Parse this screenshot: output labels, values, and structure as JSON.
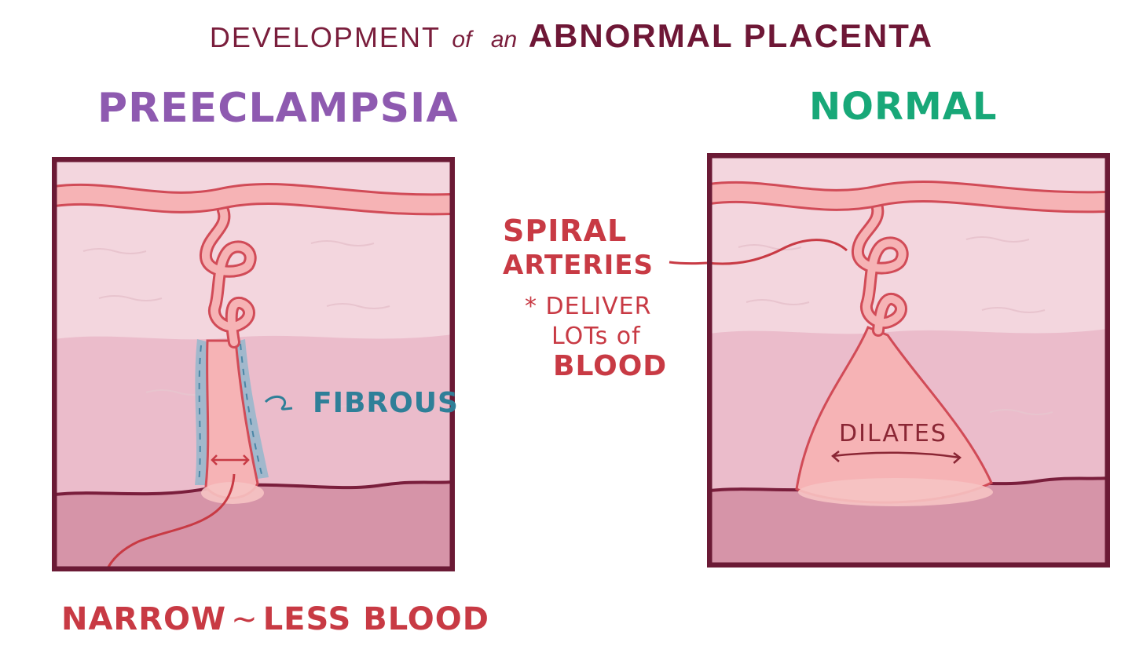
{
  "title": {
    "part1": "DEVELOPMENT",
    "part2": "of",
    "part3": "an",
    "part4": "ABNORMAL PLACENTA"
  },
  "panels": {
    "left_label": "PREECLAMPSIA",
    "right_label": "NORMAL"
  },
  "annotations": {
    "spiral_line1": "SPIRAL",
    "spiral_line2": "ARTERIES",
    "note_line1": "* DELIVER",
    "note_line2": "LOTs of",
    "note_line3": "BLOOD",
    "fibrous": "FIBROUS",
    "narrow": "NARROW",
    "tilde": "~",
    "less_blood": "LESS BLOOD",
    "dilates": "DILATES"
  },
  "colors": {
    "frame": "#6b1a35",
    "upper_layer": "#f3d6de",
    "middle_layer": "#ebbccb",
    "lower_layer": "#d694a8",
    "vessel_fill": "#f6b3b5",
    "vessel_stroke": "#d14b57",
    "fibrous_blue": "#6ea2bd",
    "preeclampsia": "#8e5ab0",
    "normal": "#18a878",
    "annotation_red": "#c83a44"
  }
}
